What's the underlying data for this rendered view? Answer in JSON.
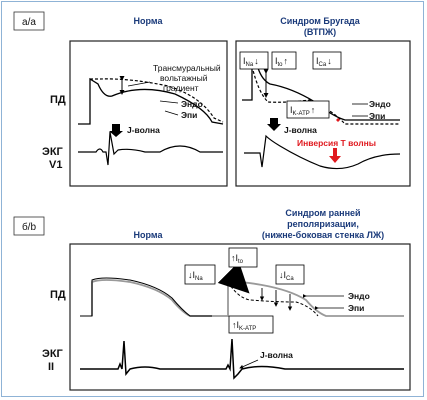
{
  "panel_a": {
    "tag": "a/a",
    "norm_title": "Норма",
    "brugada_title_1": "Синдром Бругада",
    "brugada_title_2": "(ВТПЖ)",
    "pd_label": "ПД",
    "ecg_label_1": "ЭКГ",
    "ecg_label_2": "V1",
    "gradient_1": "Трансмуральный",
    "gradient_2": "вольтажный",
    "gradient_3": "градиент",
    "endo": "Эндо",
    "epi": "Эпи",
    "endo_r": "Эндо",
    "epi_r": "Эпи",
    "j_wave": "J-волна",
    "j_wave_r": "J-волна",
    "ina": "I",
    "ina_sub": "Na",
    "ina_arrow": "↓",
    "ito": "I",
    "ito_sub": "to",
    "ito_arrow": "↑",
    "ica": "I",
    "ica_sub": "Ca",
    "ica_arrow": "↓",
    "ikatp": "I",
    "ikatp_sub": "K-ATP",
    "ikatp_arrow": "↑",
    "t_inversion": "Инверсия Т волны"
  },
  "panel_b": {
    "tag": "б/b",
    "norm_title": "Норма",
    "er_title_1": "Синдром ранней",
    "er_title_2": "реполяризации,",
    "er_title_3": "(нижне-боковая стенка ЛЖ)",
    "pd_label": "ПД",
    "ecg_label_1": "ЭКГ",
    "ecg_label_2": "II",
    "ito_arrow": "↑",
    "ito": "I",
    "ito_sub": "to",
    "ina_arrow": "↓",
    "ina": "I",
    "ina_sub": "Na",
    "ica_arrow": "↓",
    "ica": "I",
    "ica_sub": "Ca",
    "ikatp_arrow": "↑",
    "ikatp": "I",
    "ikatp_sub": "K-ATP",
    "endo": "Эндо",
    "epi": "Эпи",
    "j_wave": "J-волна"
  },
  "colors": {
    "red": "#e0191f",
    "frame": "#8fb3d6",
    "gray": "#9a9a9a"
  }
}
